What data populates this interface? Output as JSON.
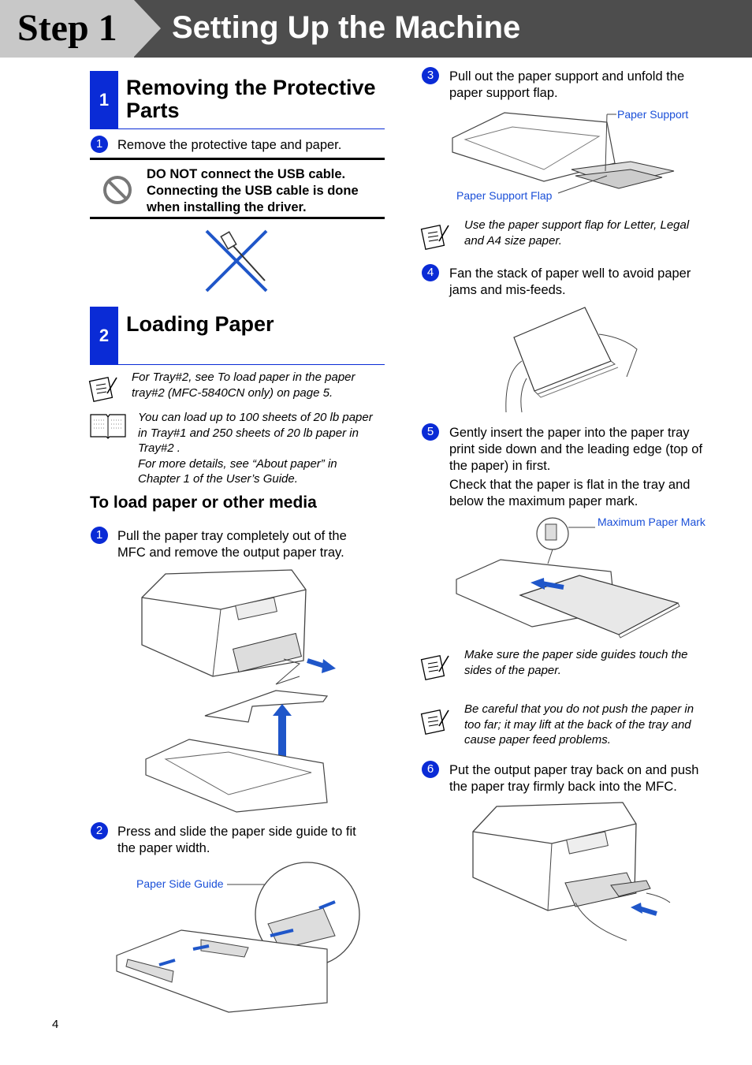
{
  "header": {
    "step_label": "Step 1",
    "title": "Setting Up the Machine"
  },
  "section1": {
    "number": "1",
    "title_line1": "Removing the Protective",
    "title_line2": "Parts",
    "step1": {
      "num": "1",
      "text": "Remove the protective tape and paper."
    },
    "warning": {
      "line1": "DO NOT connect the USB cable.",
      "line2": "Connecting the USB cable is done",
      "line3": "when installing the driver."
    }
  },
  "section2": {
    "number": "2",
    "title": "Loading Paper",
    "note1": {
      "line1": "For Tray#2, see To load paper in the paper",
      "line2": "tray#2 (MFC-5840CN only) on page 5."
    },
    "note2": {
      "line1": "You can load up to 100 sheets of 20 lb paper",
      "line2": "in Tray#1 and 250 sheets of 20 lb paper in",
      "line3": "Tray#2 .",
      "line4": "For more details, see “About paper” in",
      "line5": "Chapter 1 of the User’s Guide."
    },
    "subheading": "To load paper or other media",
    "steps": [
      {
        "num": "1",
        "line1": "Pull the paper tray completely out of the",
        "line2": "MFC and remove the output paper tray."
      },
      {
        "num": "2",
        "line1": "Press and slide the paper side guide to fit",
        "line2": "the paper width."
      },
      {
        "num": "3",
        "line1": "Pull out the paper support and unfold the",
        "line2": "paper support flap."
      },
      {
        "num": "4",
        "line1": "Fan the stack of paper well to avoid paper",
        "line2": "jams and mis-feeds."
      },
      {
        "num": "5",
        "line1": "Gently insert the paper into the paper tray",
        "line2": "print side down and the leading edge (top of",
        "line3": "the paper) in first.",
        "line4": "Check that the paper is flat in the tray and",
        "line5": "below the maximum paper mark."
      },
      {
        "num": "6",
        "line1": "Put the output paper tray back on and push",
        "line2": "the paper tray firmly back into the MFC."
      }
    ],
    "callouts": {
      "paper_side_guide": "Paper Side Guide",
      "paper_support": "Paper Support",
      "paper_support_flap": "Paper Support Flap",
      "max_paper_mark": "Maximum Paper Mark"
    },
    "notes_right": {
      "n1_line1": "Use the paper support flap for Letter, Legal",
      "n1_line2": "and A4 size paper.",
      "n2_line1": "Make sure the paper side guides touch the",
      "n2_line2": "sides of the paper.",
      "n3_line1": "Be careful that you do not push the paper in",
      "n3_line2": "too far; it may lift at the back of the tray and",
      "n3_line3": "cause paper feed problems."
    }
  },
  "footer": {
    "page_number": "4"
  },
  "colors": {
    "accent_blue": "#0a2bd6",
    "callout_blue": "#1a4fd8",
    "header_dark": "#4d4d4d",
    "header_light": "#c8c8c8"
  }
}
